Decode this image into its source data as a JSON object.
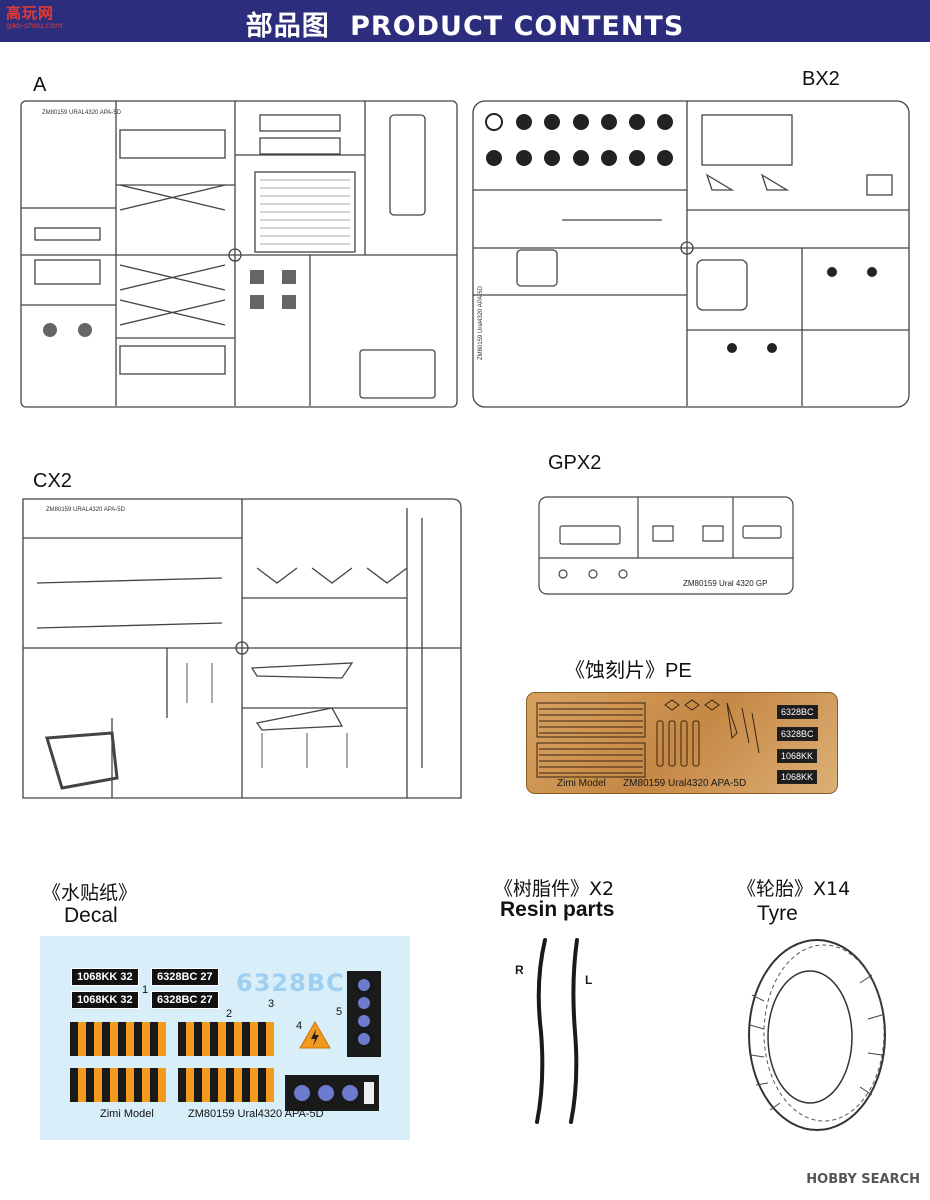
{
  "header": {
    "logo_top": "高玩网",
    "logo_bottom": "gao-shou.com",
    "title_cn": "部品图",
    "title_en": "PRODUCT CONTENTS"
  },
  "sprues": {
    "a": {
      "label": "A",
      "code": "ZM80159 URAL4320 APA-5D"
    },
    "b": {
      "label": "BX2",
      "code": "ZM80159 Ural4320 APA-5D"
    },
    "c": {
      "label": "CX2",
      "code": "ZM80159 URAL4320 APA-5D"
    },
    "gp": {
      "label": "GPX2",
      "code": "ZM80159 Ural 4320 GP"
    }
  },
  "pe": {
    "label": "《蚀刻片》PE",
    "maker": "Zimi Model",
    "code": "ZM80159 Ural4320 APA-5D",
    "plates": [
      "6328BC",
      "6328BC",
      "1068KK",
      "1068KK"
    ]
  },
  "decal": {
    "label_cn": "《水贴纸》",
    "label_en": "Decal",
    "plates_1068": [
      "1068KK 32",
      "1068KK 32"
    ],
    "plates_6328": [
      "6328BC 27",
      "6328BC 27"
    ],
    "big_number": "6328BC",
    "numbers": [
      "1",
      "2",
      "3",
      "4",
      "5"
    ],
    "maker": "Zimi Model",
    "code": "ZM80159 Ural4320 APA-5D"
  },
  "resin": {
    "label_cn": "《树脂件》X2",
    "label_en": "Resin parts",
    "left_mark": "R",
    "right_mark": "L"
  },
  "tyre": {
    "label_cn": "《轮胎》X14",
    "label_en": "Tyre"
  },
  "footer": "HOBBY SEARCH",
  "colors": {
    "header": "#2c2d7d",
    "pe": "#c58845",
    "decal_bg": "#d8eef8",
    "stripe_orange": "#f29a1e",
    "hazard": "#f29a1e"
  }
}
